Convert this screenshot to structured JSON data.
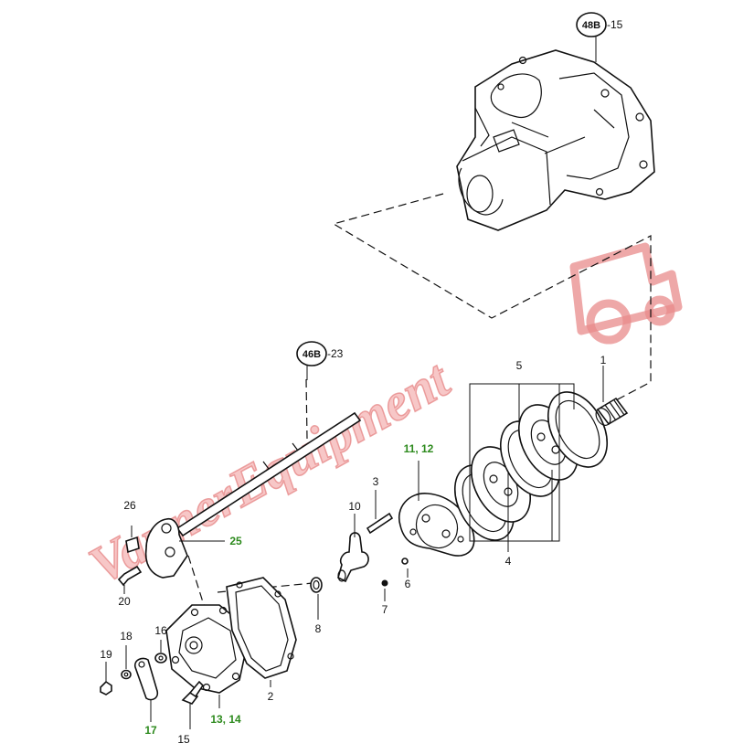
{
  "watermark": {
    "text": "VannerEquipment",
    "color": "#e88b8b"
  },
  "refs": [
    {
      "code": "48B",
      "suffix": "-15"
    },
    {
      "code": "46B",
      "suffix": "-23"
    }
  ],
  "labels": {
    "p1": "1",
    "p2": "2",
    "p3": "3",
    "p4": "4",
    "p5": "5",
    "p6": "6",
    "p7": "7",
    "p8": "8",
    "p10": "10",
    "p11_12": "11, 12",
    "p13_14": "13, 14",
    "p15": "15",
    "p16": "16",
    "p17": "17",
    "p18": "18",
    "p19": "19",
    "p20": "20",
    "p25": "25",
    "p26": "26"
  },
  "highlight_color": "#2d8a1d"
}
